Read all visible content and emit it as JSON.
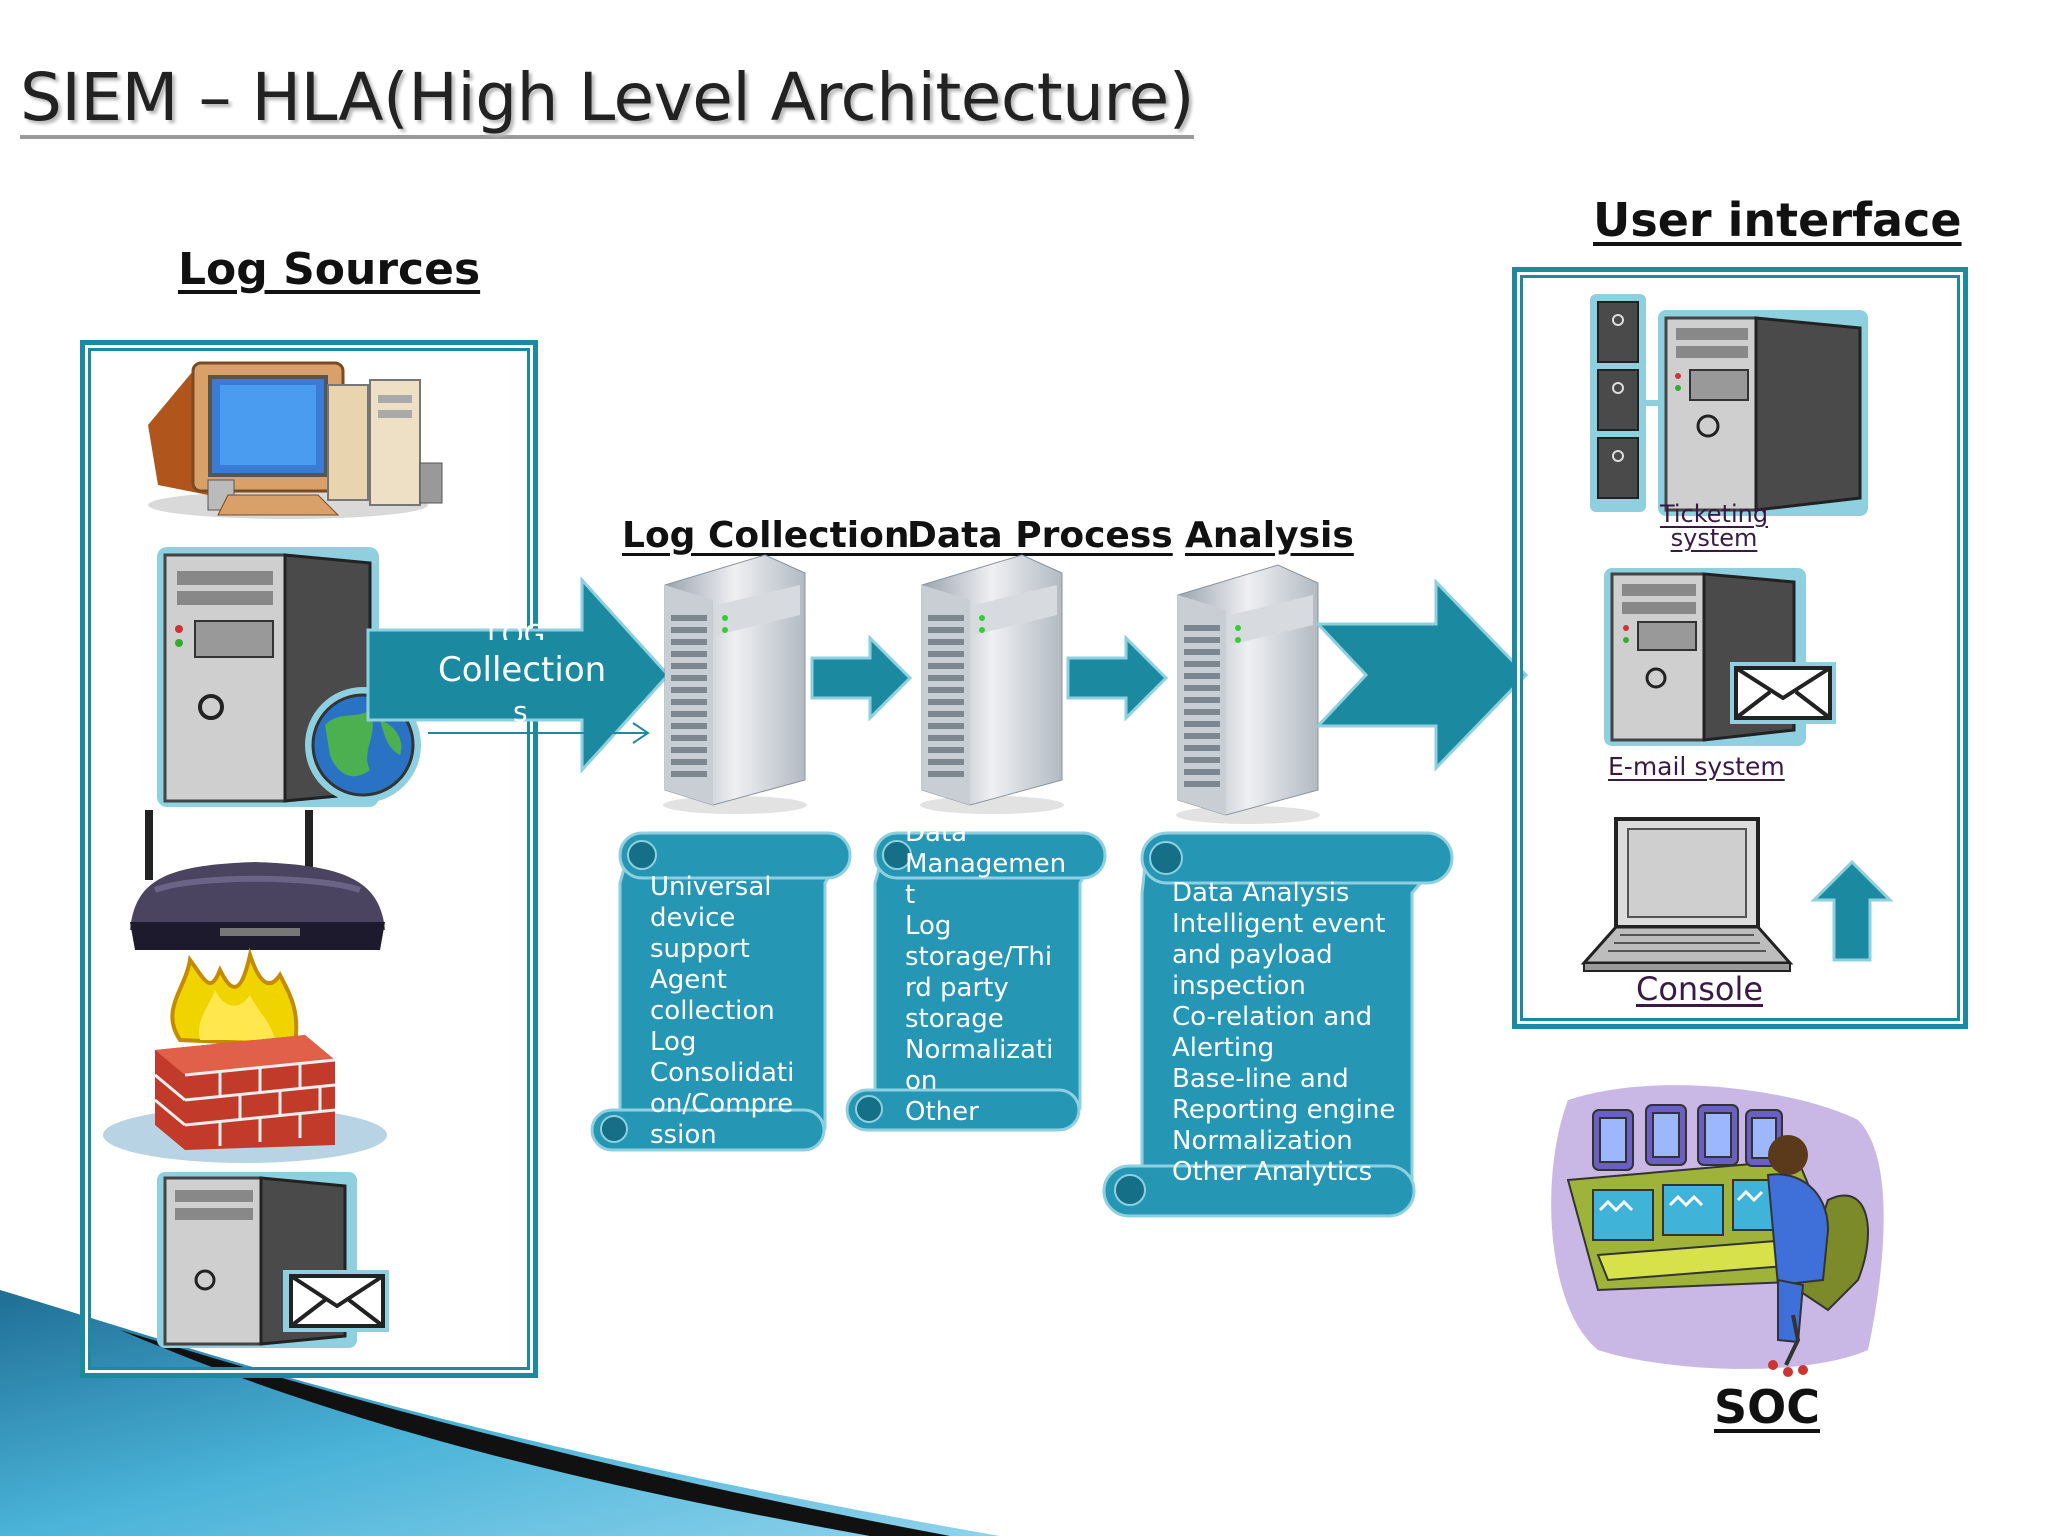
{
  "title": "SIEM – HLA(High Level Architecture)",
  "headers": {
    "log_sources": "Log Sources",
    "log_collection": "Log Collection",
    "data_process": "Data Process",
    "analysis": "Analysis",
    "user_interface": "User interface",
    "soc": "SOC"
  },
  "arrow_label": {
    "top": "LOG",
    "middle": "Collection",
    "bottom": "s"
  },
  "scrolls": {
    "collection": "Universal\ndevice\nsupport\nAgent\ncollection\nLog\nConsolidati\non/Compre\nssion",
    "data_process": "Data\nManagemen\nt\nLog\nstorage/Thi\nrd party\nstorage\nNormalizati\non\nOther",
    "analysis": "Data Analysis\nIntelligent event\nand payload\ninspection\nCo-relation and\nAlerting\nBase-line and\nReporting engine\nNormalization\nOther Analytics"
  },
  "ui_items": {
    "ticketing": "Ticketing\nsystem",
    "email": "E-mail system",
    "console": "Console"
  },
  "colors": {
    "accent": "#1b8aa0",
    "scroll": "#2596b4",
    "scroll_dark": "#156f87"
  },
  "icons": [
    "desktop-computer-icon",
    "server-globe-icon",
    "router-icon",
    "firewall-icon",
    "mail-server-icon",
    "rack-server-icon",
    "ticketing-server-icon",
    "email-server-icon",
    "laptop-icon",
    "up-arrow-icon",
    "soc-operator-icon"
  ]
}
